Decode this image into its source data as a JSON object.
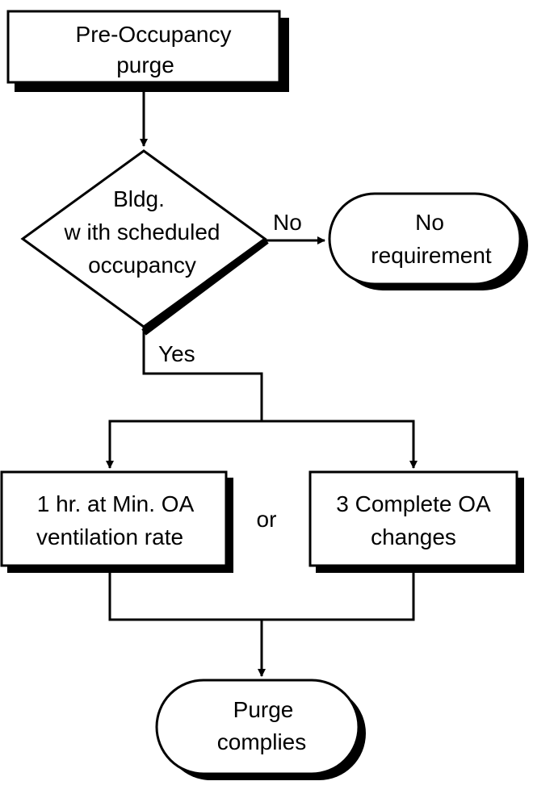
{
  "nodes": {
    "pre_occupancy": {
      "line1": "Pre-Occupancy",
      "line2": "purge"
    },
    "decision": {
      "line1": "Bldg.",
      "line2": "w ith scheduled",
      "line3": "occupancy"
    },
    "no_requirement": {
      "line1": "No",
      "line2": "requirement"
    },
    "option_a": {
      "line1": "1 hr. at Min. OA",
      "line2": "ventilation rate"
    },
    "option_b": {
      "line1": "3 Complete OA",
      "line2": "changes"
    },
    "purge_complies": {
      "line1": "Purge",
      "line2": "complies"
    }
  },
  "edges": {
    "no_label": "No",
    "yes_label": "Yes",
    "or_label": "or"
  },
  "colors": {
    "stroke": "#000000",
    "shadow": "#000000",
    "fill": "#ffffff"
  }
}
